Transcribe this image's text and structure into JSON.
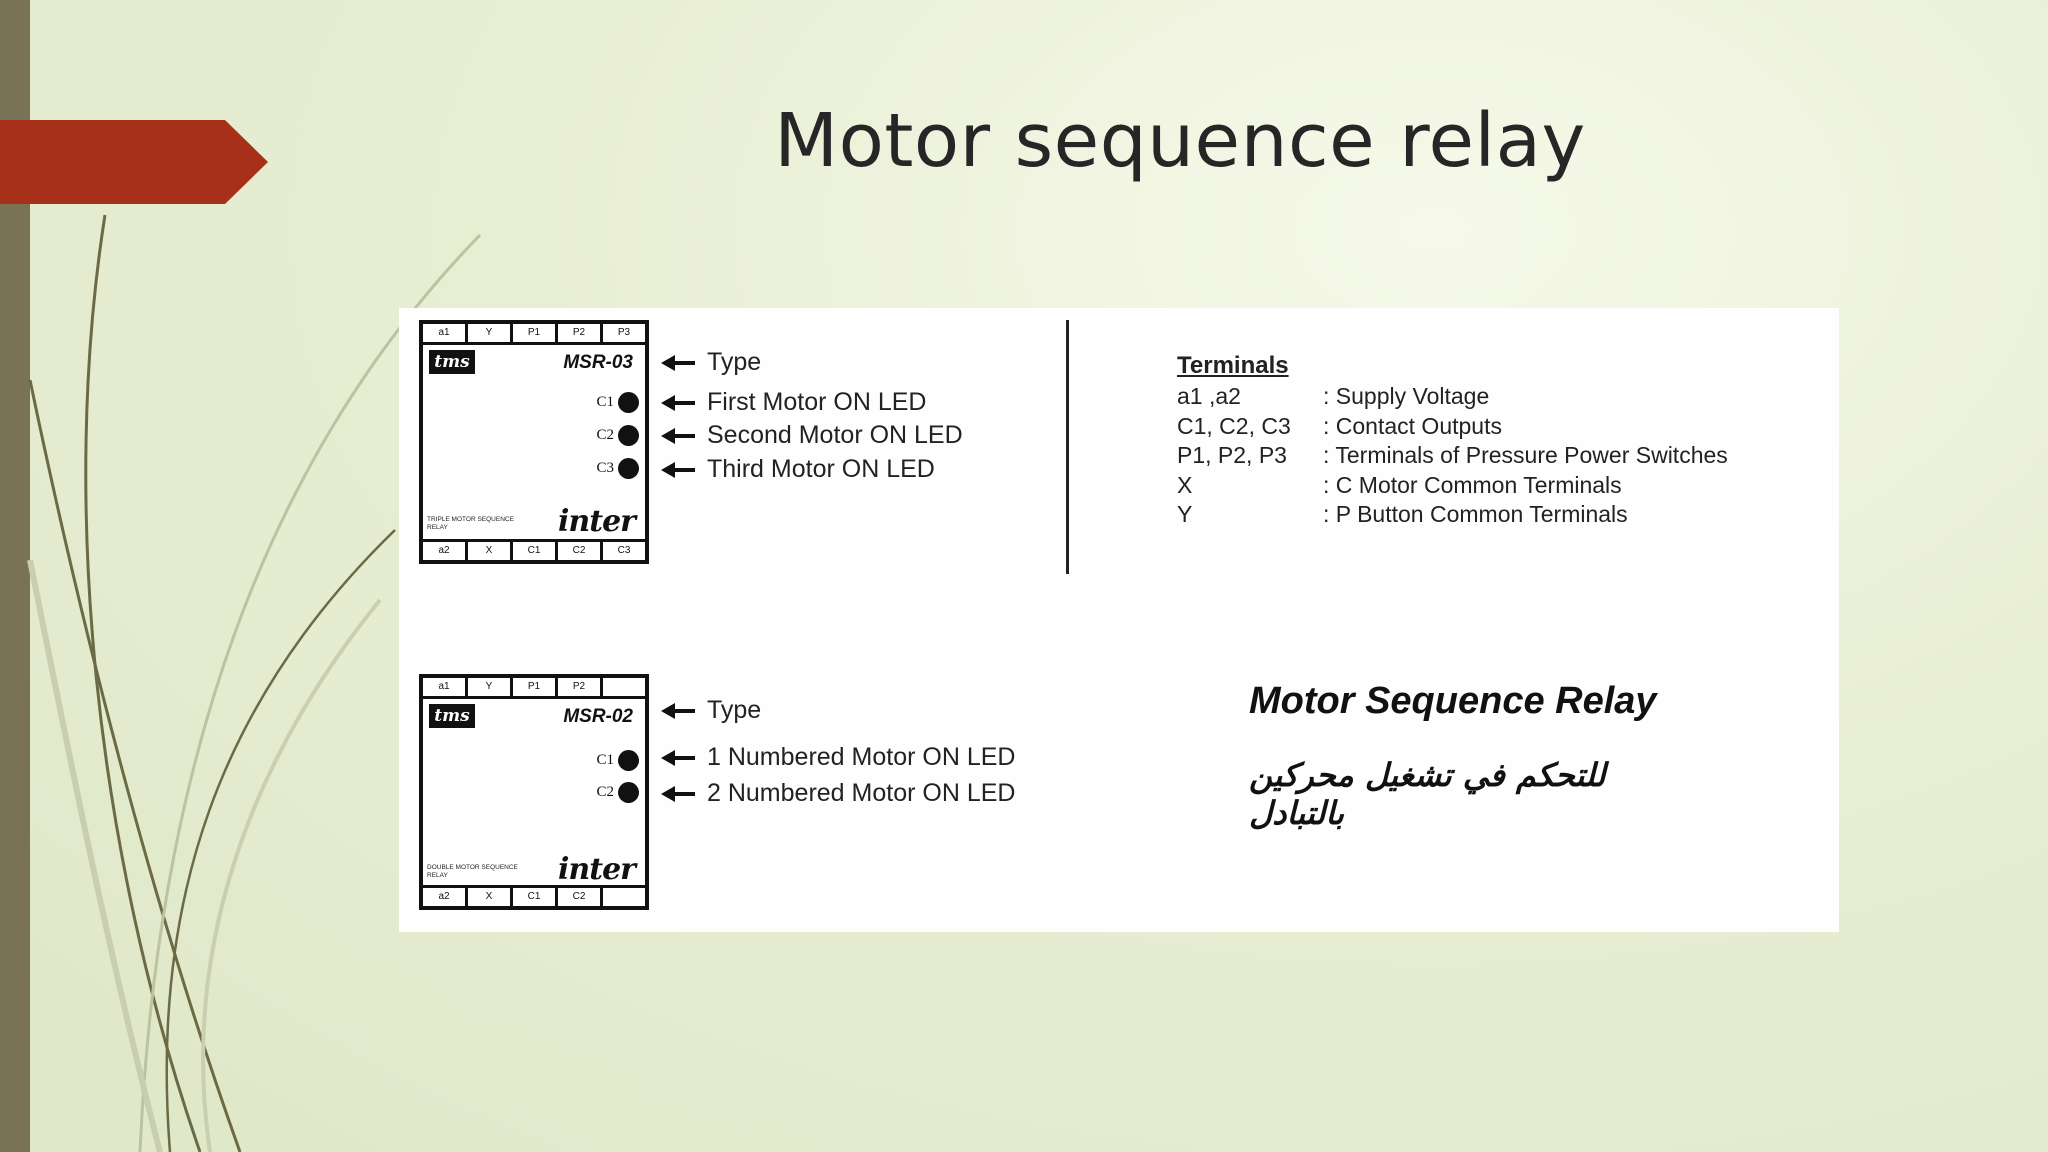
{
  "slide": {
    "title": "Motor sequence relay"
  },
  "colors": {
    "accent_red": "#a8301a",
    "sidebar": "#797254",
    "background": "#e8eed3"
  },
  "relay_msr03": {
    "top_terminals": [
      "a1",
      "Y",
      "P1",
      "P2",
      "P3"
    ],
    "bottom_terminals": [
      "a2",
      "X",
      "C1",
      "C2",
      "C3"
    ],
    "brand": "tms",
    "model": "MSR-03",
    "led_labels": [
      "C1",
      "C2",
      "C3"
    ],
    "maker": "inter",
    "small_print": "TRIPLE MOTOR SEQUENCE RELAY",
    "callouts": [
      "Type",
      "First Motor ON LED",
      "Second Motor ON LED",
      "Third Motor ON LED"
    ]
  },
  "relay_msr02": {
    "top_terminals": [
      "a1",
      "Y",
      "P1",
      "P2"
    ],
    "bottom_terminals": [
      "a2",
      "X",
      "C1",
      "C2",
      ""
    ],
    "brand": "tms",
    "model": "MSR-02",
    "led_labels": [
      "C1",
      "C2"
    ],
    "maker": "inter",
    "small_print": "DOUBLE MOTOR SEQUENCE RELAY",
    "callouts": [
      "Type",
      "1 Numbered Motor ON LED",
      "2 Numbered Motor ON LED"
    ]
  },
  "terminals": {
    "heading": "Terminals",
    "rows": [
      {
        "symbol": "a1 ,a2",
        "desc": ":  Supply Voltage"
      },
      {
        "symbol": "C1, C2, C3",
        "desc": ":  Contact Outputs"
      },
      {
        "symbol": "P1, P2, P3",
        "desc": ": Terminals of Pressure Power Switches"
      },
      {
        "symbol": "X",
        "desc": ": C Motor Common Terminals"
      },
      {
        "symbol": "Y",
        "desc": ": P Button Common Terminals"
      }
    ]
  },
  "product": {
    "title": "Motor Sequence Relay",
    "arabic": "للتحكم في تشغيل محركين بالتبادل"
  }
}
